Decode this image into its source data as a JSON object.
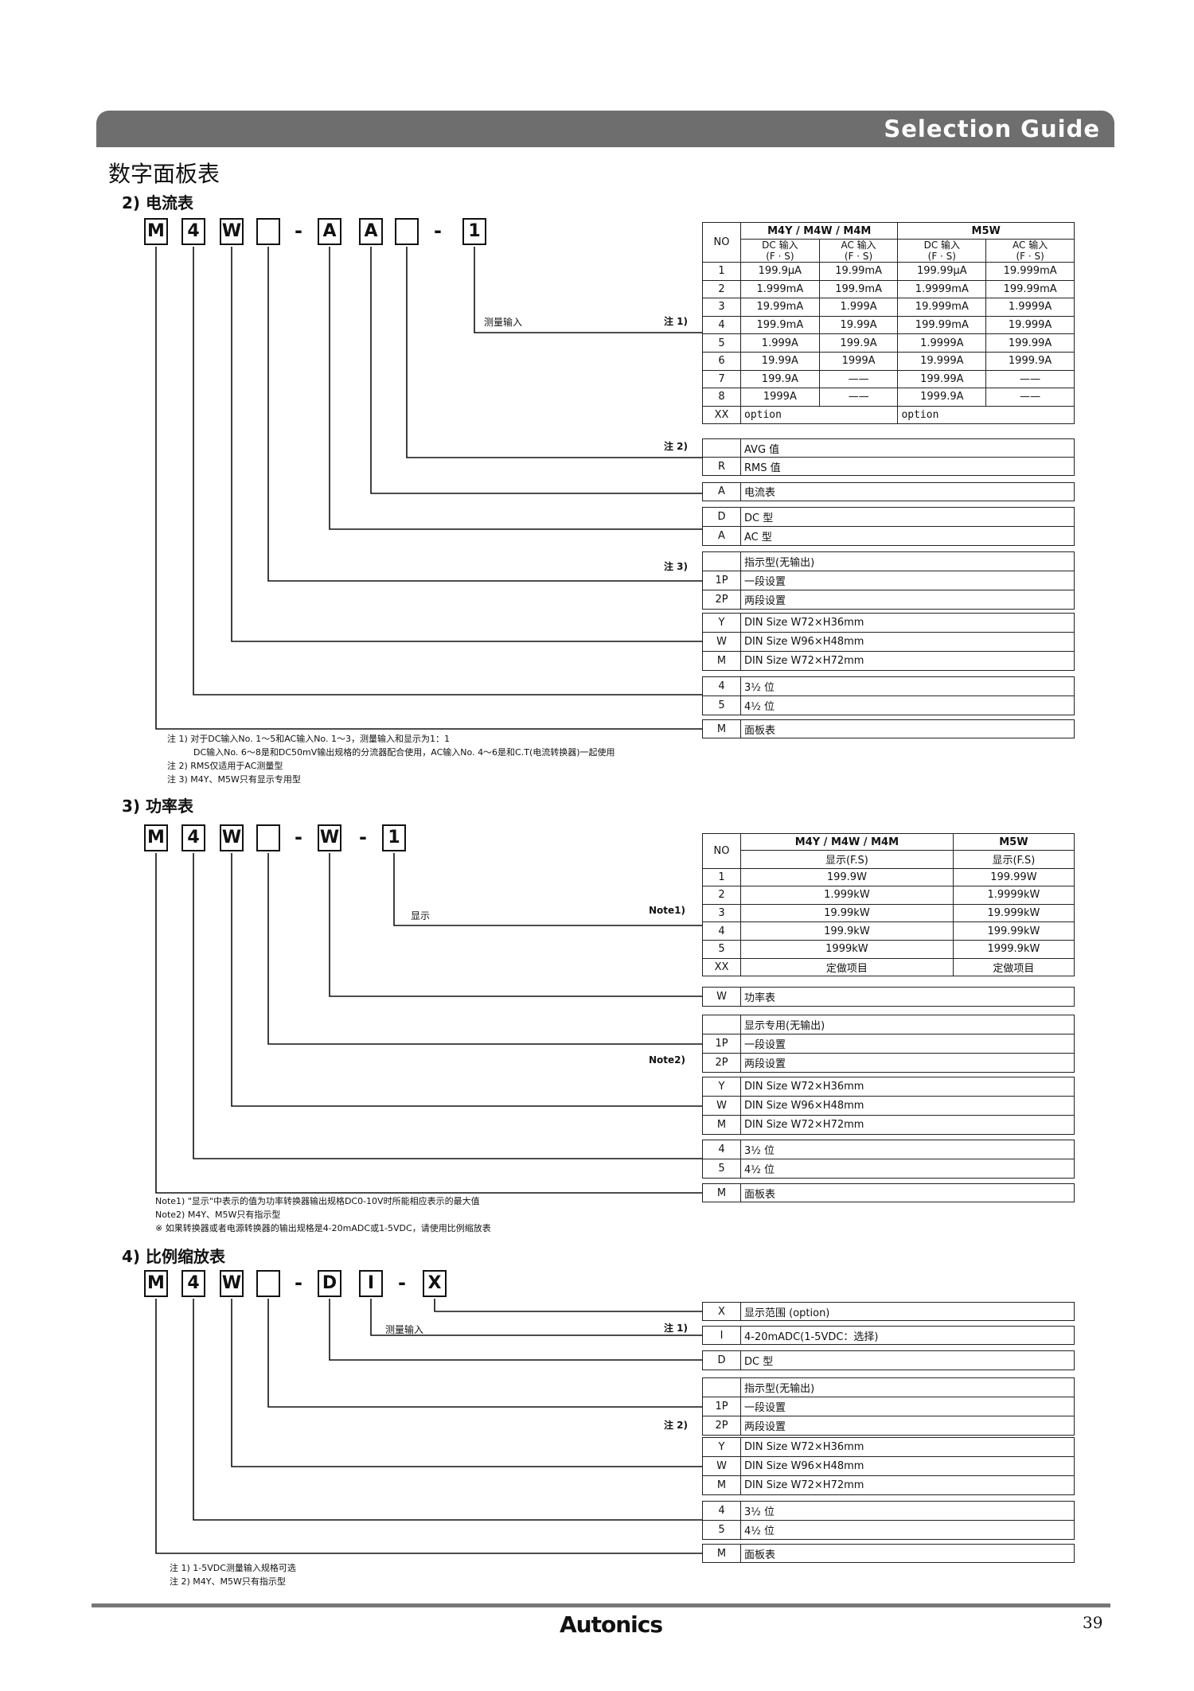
{
  "header": {
    "title": "Selection Guide",
    "subtitle": "数字面板表"
  },
  "s2": {
    "heading": "2) 电流表",
    "boxes": [
      "M",
      "4",
      "W",
      "",
      "A",
      "A",
      "",
      "1"
    ],
    "dashes": [
      "-",
      "-"
    ],
    "callout_label": "测量输入",
    "markers": {
      "n1": "注 1)",
      "n2": "注 2)",
      "n3": "注 3)"
    },
    "range_table": {
      "no_header": "NO",
      "group1": "M4Y / M4W / M4M",
      "group2": "M5W",
      "sub": [
        "DC 输入\n(F · S)",
        "AC 输入\n(F · S)",
        "DC 输入\n(F · S)",
        "AC 输入\n(F · S)"
      ],
      "rows": [
        [
          "1",
          "199.9μA",
          "19.99mA",
          "199.99μA",
          "19.999mA"
        ],
        [
          "2",
          "1.999mA",
          "199.9mA",
          "1.9999mA",
          "199.99mA"
        ],
        [
          "3",
          "19.99mA",
          "1.999A",
          "19.999mA",
          "1.9999A"
        ],
        [
          "4",
          "199.9mA",
          "19.99A",
          "199.99mA",
          "19.999A"
        ],
        [
          "5",
          "1.999A",
          "199.9A",
          "1.9999A",
          "199.99A"
        ],
        [
          "6",
          "19.99A",
          "1999A",
          "19.999A",
          "1999.9A"
        ],
        [
          "7",
          "199.9A",
          "——",
          "199.99A",
          "——"
        ],
        [
          "8",
          "1999A",
          "——",
          "1999.9A",
          "——"
        ]
      ],
      "xx_row": [
        "XX",
        "option",
        "option"
      ]
    },
    "g_avg": [
      [
        "",
        "AVG 值"
      ],
      [
        "R",
        "RMS 值"
      ]
    ],
    "g_a": [
      [
        "A",
        "电流表"
      ]
    ],
    "g_dc": [
      [
        "D",
        "DC 型"
      ],
      [
        "A",
        "AC 型"
      ]
    ],
    "g_out": [
      [
        "",
        "指示型(无输出)"
      ],
      [
        "1P",
        "一段设置"
      ],
      [
        "2P",
        "两段设置"
      ]
    ],
    "g_size": [
      [
        "Y",
        "DIN Size W72×H36mm"
      ],
      [
        "W",
        "DIN Size W96×H48mm"
      ],
      [
        "M",
        "DIN Size W72×H72mm"
      ]
    ],
    "g_digit": [
      [
        "4",
        "3½ 位"
      ],
      [
        "5",
        "4½ 位"
      ]
    ],
    "g_panel": [
      [
        "M",
        "面板表"
      ]
    ],
    "footnotes": [
      "注 1) 对于DC输入No. 1～5和AC输入No. 1～3，测量输入和显示为1：1",
      "　　　DC输入No. 6～8是和DC50mV输出规格的分流器配合使用，AC输入No. 4～6是和C.T(电流转换器)一起使用",
      "注 2) RMS仅适用于AC测量型",
      "注 3) M4Y、M5W只有显示专用型"
    ]
  },
  "s3": {
    "heading": "3) 功率表",
    "boxes": [
      "M",
      "4",
      "W",
      "",
      "W",
      "1"
    ],
    "dashes": [
      "-",
      "-"
    ],
    "callout_label": "显示",
    "markers": {
      "n1": "Note1)",
      "n2": "Note2)"
    },
    "range_table": {
      "no_header": "NO",
      "group1": "M4Y / M4W / M4M",
      "group2": "M5W",
      "sub": [
        "显示(F.S)",
        "显示(F.S)"
      ],
      "rows": [
        [
          "1",
          "199.9W",
          "199.99W"
        ],
        [
          "2",
          "1.999kW",
          "1.9999kW"
        ],
        [
          "3",
          "19.99kW",
          "19.999kW"
        ],
        [
          "4",
          "199.9kW",
          "199.99kW"
        ],
        [
          "5",
          "1999kW",
          "1999.9kW"
        ],
        [
          "XX",
          "定做项目",
          "定做项目"
        ]
      ]
    },
    "g_w": [
      [
        "W",
        "功率表"
      ]
    ],
    "g_out": [
      [
        "",
        "显示专用(无输出)"
      ],
      [
        "1P",
        "一段设置"
      ],
      [
        "2P",
        "两段设置"
      ]
    ],
    "g_size": [
      [
        "Y",
        "DIN Size W72×H36mm"
      ],
      [
        "W",
        "DIN Size W96×H48mm"
      ],
      [
        "M",
        "DIN Size W72×H72mm"
      ]
    ],
    "g_digit": [
      [
        "4",
        "3½ 位"
      ],
      [
        "5",
        "4½ 位"
      ]
    ],
    "g_panel": [
      [
        "M",
        "面板表"
      ]
    ],
    "footnotes": [
      "Note1) \"显示\"中表示的值为功率转换器输出规格DC0-10V时所能相应表示的最大值",
      "Note2) M4Y、M5W只有指示型",
      "※ 如果转换器或者电源转换器的输出规格是4-20mADC或1-5VDC，请使用比例缩放表"
    ]
  },
  "s4": {
    "heading": "4) 比例缩放表",
    "boxes": [
      "M",
      "4",
      "W",
      "",
      "D",
      "I",
      "X"
    ],
    "dashes": [
      "-",
      "-"
    ],
    "callout_label": "测量输入",
    "markers": {
      "n1": "注 1)",
      "n2": "注 2)"
    },
    "g_x": [
      [
        "X",
        "显示范围 (option)"
      ]
    ],
    "g_i": [
      [
        "I",
        "4-20mADC(1-5VDC：选择)"
      ]
    ],
    "g_d": [
      [
        "D",
        "DC 型"
      ]
    ],
    "g_out": [
      [
        "",
        "指示型(无输出)"
      ],
      [
        "1P",
        "一段设置"
      ],
      [
        "2P",
        "两段设置"
      ]
    ],
    "g_size": [
      [
        "Y",
        "DIN Size W72×H36mm"
      ],
      [
        "W",
        "DIN Size W96×H48mm"
      ],
      [
        "M",
        "DIN Size W72×H72mm"
      ]
    ],
    "g_digit": [
      [
        "4",
        "3½ 位"
      ],
      [
        "5",
        "4½ 位"
      ]
    ],
    "g_panel": [
      [
        "M",
        "面板表"
      ]
    ],
    "footnotes": [
      "注 1) 1-5VDC测量输入规格可选",
      "注 2) M4Y、M5W只有指示型"
    ]
  },
  "footer": {
    "brand": "Autonics",
    "page": "39"
  }
}
